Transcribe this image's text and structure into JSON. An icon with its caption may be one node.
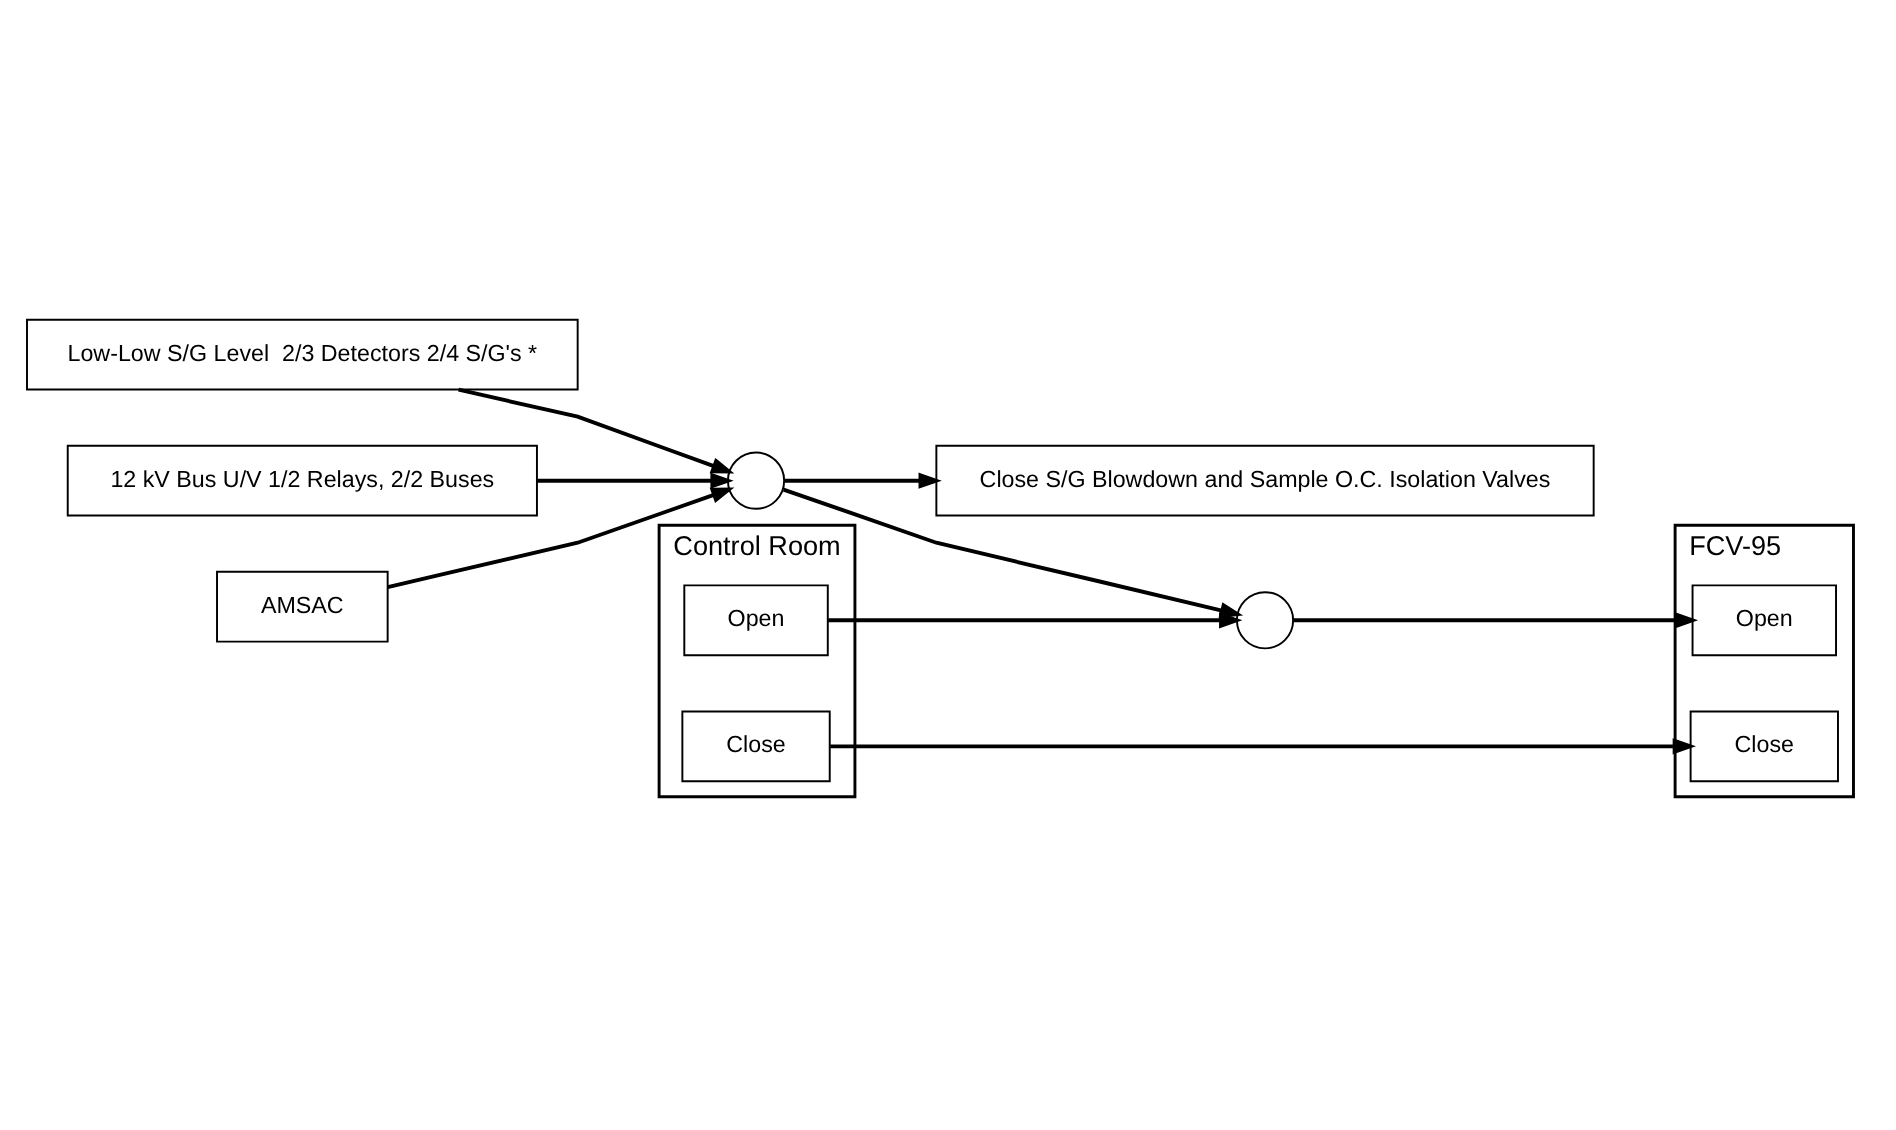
{
  "diagram": {
    "nodes": [
      {
        "text": [
          "Low-Low S/G Level  2/3 Detectors 2/4 S/G's *"
        ]
      },
      {
        "text": [
          "12 kV Bus U/V 1/2 Relays, 2/2 Buses"
        ]
      },
      {
        "text": [
          "AMSAC"
        ]
      },
      {
        "text": [],
        "shape": "circle"
      },
      {
        "text": [
          "Close S/G Blowdown and Sample O.C. Isolation Valves"
        ]
      },
      {
        "text": [],
        "shape": "circle"
      },
      {
        "text": [
          "FCV-95"
        ]
      },
      {
        "text": [
          "Open"
        ],
        "in": 6
      },
      {
        "text": [
          "Close"
        ],
        "in": 6
      },
      {
        "text": [
          "Control Room"
        ]
      },
      {
        "text": [
          "Open"
        ],
        "in": 9
      },
      {
        "text": [
          "Close"
        ],
        "in": 9
      }
    ],
    "edges": [
      {
        "from": 0,
        "to": 3,
        "arrow": "to"
      },
      {
        "from": 1,
        "to": 3,
        "arrow": "to"
      },
      {
        "from": 2,
        "to": 3,
        "arrow": "to"
      },
      {
        "from": 3,
        "to": 4,
        "arrow": "to"
      },
      {
        "from": 3,
        "to": 5,
        "arrow": "to"
      },
      {
        "from": 10,
        "to": 5,
        "arrow": "to"
      },
      {
        "from": 5,
        "to": 7,
        "arrow": "to"
      },
      {
        "from": 11,
        "to": 8,
        "arrow": "to"
      }
    ]
  }
}
